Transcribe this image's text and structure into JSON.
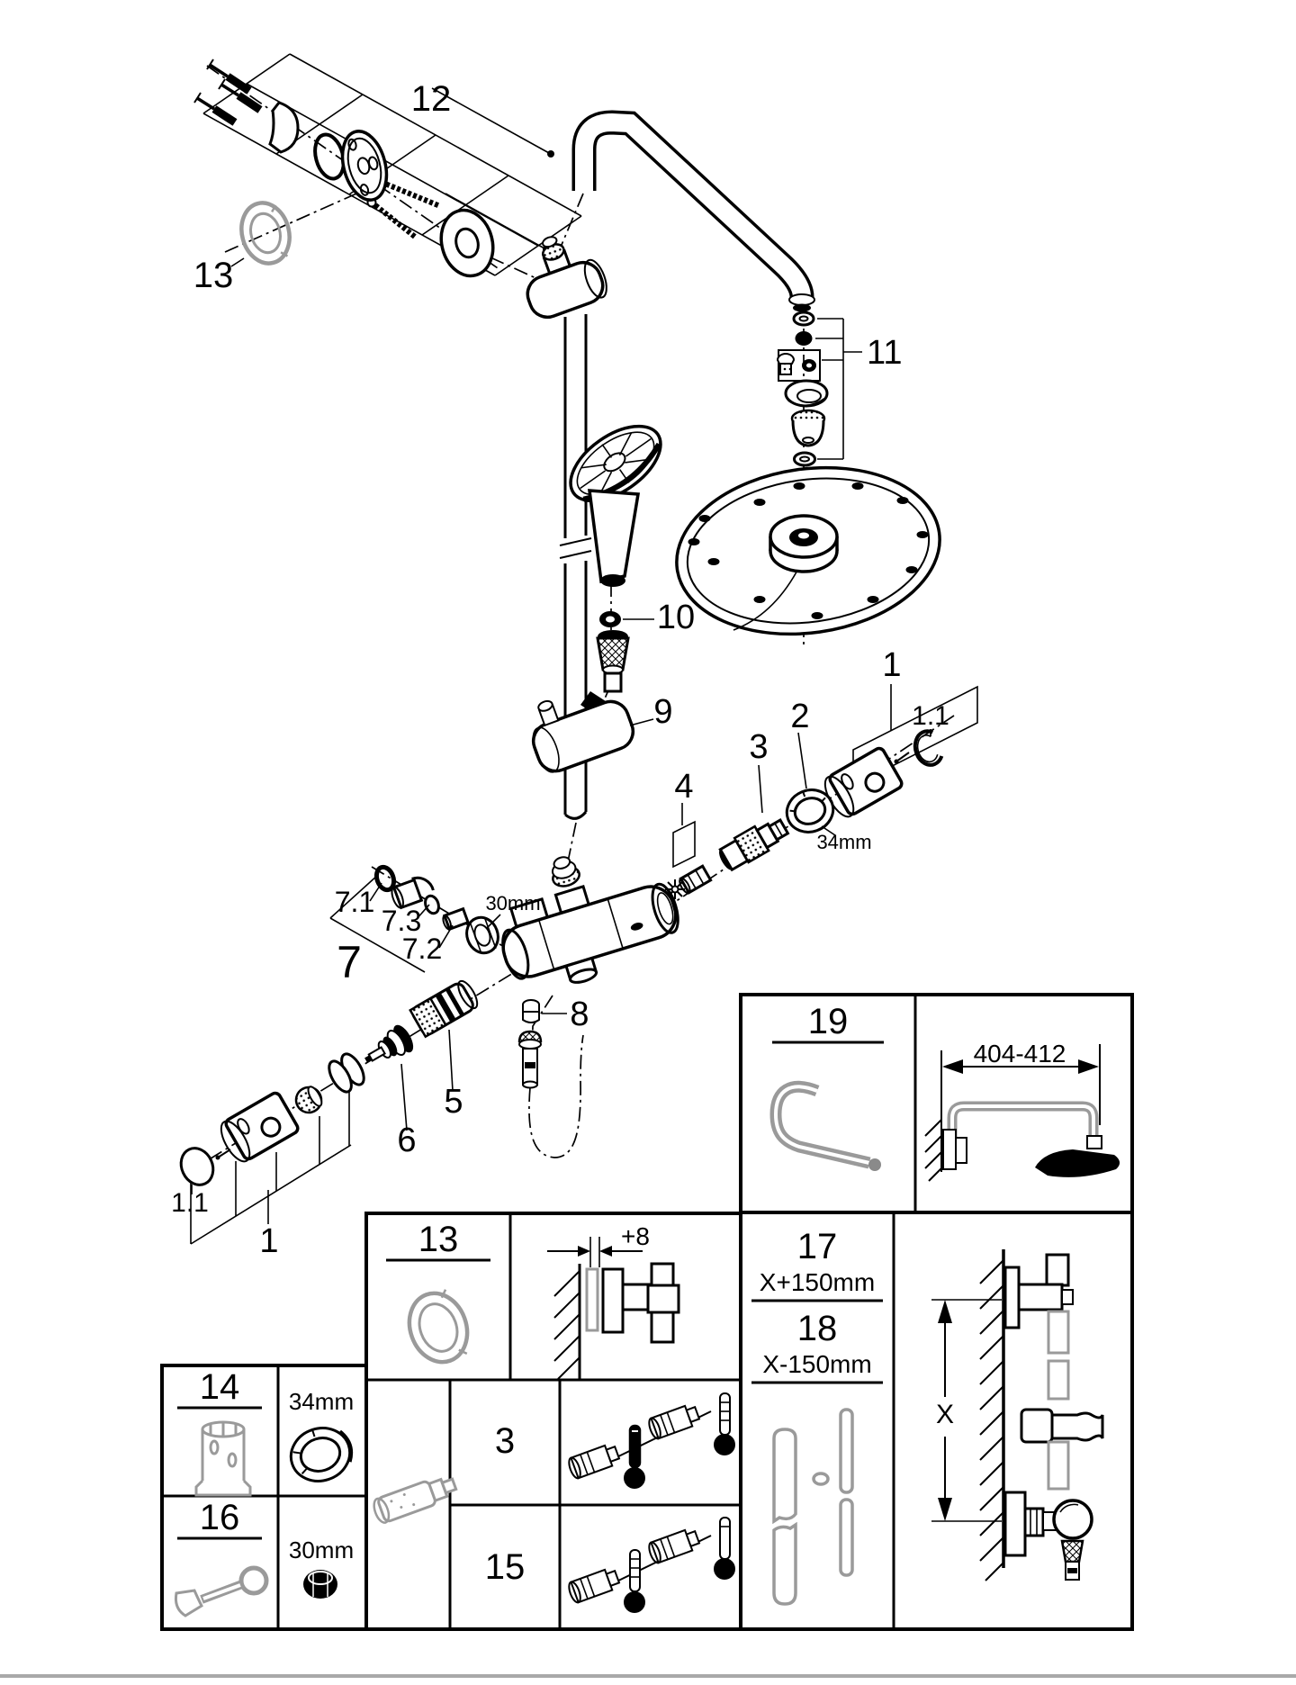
{
  "diagram_title": "shower-system-exploded-parts-diagram",
  "callouts": {
    "p1": "1",
    "p1_1": "1.1",
    "p2": "2",
    "p3": "3",
    "p4": "4",
    "p5": "5",
    "p6": "6",
    "p7": "7",
    "p7_1": "7.1",
    "p7_2": "7.2",
    "p7_3": "7.3",
    "p8": "8",
    "p9": "9",
    "p10": "10",
    "p11": "11",
    "p12": "12",
    "p13": "13",
    "p14": "14",
    "p15": "15",
    "p16": "16",
    "p17": "17",
    "p18": "18",
    "p19": "19"
  },
  "dimensions": {
    "wrench_34": "34mm",
    "wrench_30": "30mm",
    "arm_reach_range": "404-412",
    "wall_plug_offset": "+8",
    "rail_length": "X",
    "rail_cut_plus": "X+150mm",
    "rail_cut_minus": "X-150mm"
  },
  "colors": {
    "line": "#000000",
    "reference_gray": "#9a9a9a",
    "background": "#ffffff"
  }
}
